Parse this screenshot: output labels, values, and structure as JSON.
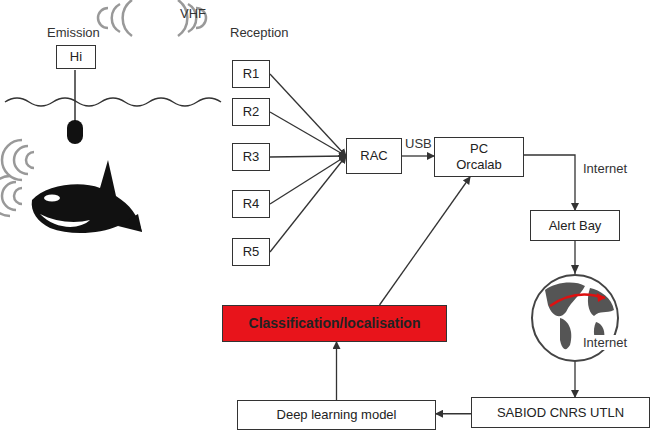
{
  "diagram": {
    "nodes": [
      {
        "text": [
          "Hi"
        ]
      },
      {
        "text": [
          "R1"
        ]
      },
      {
        "text": [
          "R2"
        ]
      },
      {
        "text": [
          "R3"
        ]
      },
      {
        "text": [
          "R4"
        ]
      },
      {
        "text": [
          "R5"
        ]
      },
      {
        "text": [
          "RAC"
        ]
      },
      {
        "text": [
          "PC Orcalab"
        ]
      },
      {
        "text": [
          "Alert Bay"
        ]
      },
      {
        "text": [
          "Classification/localisation"
        ]
      },
      {
        "text": [
          "Deep learning model"
        ]
      },
      {
        "text": [
          "SABIOD CNRS UTLN"
        ]
      }
    ],
    "edges": [
      {
        "from": 1,
        "to": 6,
        "arrow": "to"
      },
      {
        "from": 2,
        "to": 6,
        "arrow": "to"
      },
      {
        "from": 3,
        "to": 6,
        "arrow": "to"
      },
      {
        "from": 4,
        "to": 6,
        "arrow": "to"
      },
      {
        "from": 5,
        "to": 6,
        "arrow": "to"
      },
      {
        "from": 6,
        "to": 7,
        "label": "USB",
        "arrow": "to"
      },
      {
        "from": 7,
        "to": 8,
        "label": "Internet",
        "arrow": "to"
      },
      {
        "from": 8,
        "to": 11,
        "label": "Internet",
        "arrow": "to"
      },
      {
        "from": 11,
        "to": 10,
        "arrow": "to"
      },
      {
        "from": 10,
        "to": 9,
        "arrow": "to"
      },
      {
        "from": 9,
        "to": 7,
        "arrow": "to"
      }
    ],
    "labels": [
      "Emission",
      "VHF",
      "Reception"
    ]
  }
}
